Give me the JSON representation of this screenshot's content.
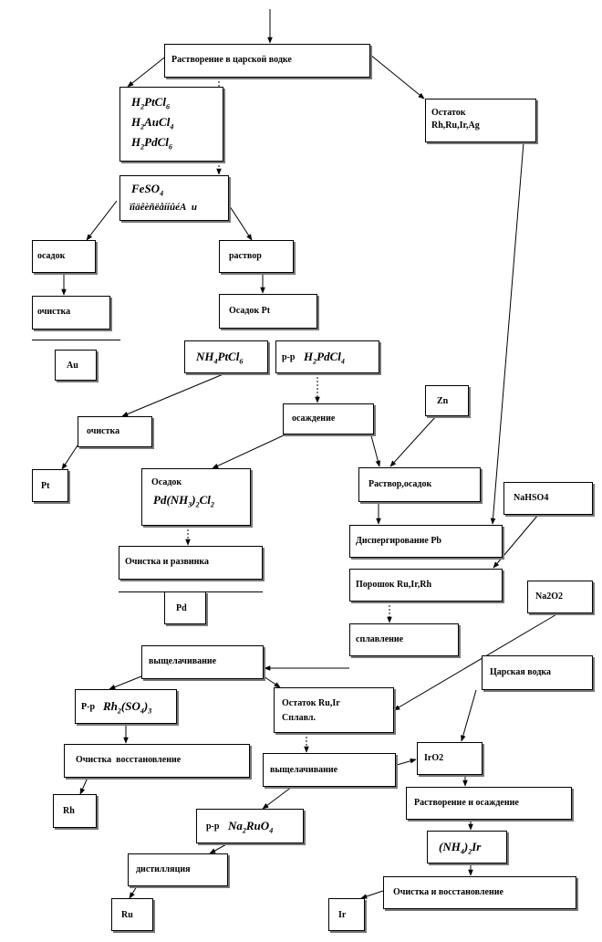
{
  "nodes": {
    "aqua_regia_dissolution": "Растворение в царской водке",
    "residue": [
      "Остаток",
      "Rh,Ru,Ir,Ag"
    ],
    "solution_species": [
      "H",
      "2",
      "PtCl",
      "6",
      "H",
      "2",
      "AuCl",
      "4",
      "H",
      "2",
      "PdCl",
      "6"
    ],
    "feso4": [
      "FeSO",
      "4"
    ],
    "feso4_garbled": "ïîäêèñëåííûé",
    "feso4_tail": [
      "A",
      "u"
    ],
    "precipitate_au": "осадок",
    "solution": "раствор",
    "purification_au": "очистка",
    "pt_precipitate": "Осадок Pt",
    "au_product": "Au",
    "nh4ptcl6": [
      "NH",
      "4",
      "PtCl",
      "6"
    ],
    "pd_solution_prefix": "р-р",
    "pd_solution_formula": [
      "H",
      "2",
      "PdCl",
      "4"
    ],
    "zn": "Zn",
    "purification_pt": "очистка",
    "precipitation": "осаждение",
    "pt_product": "Pt",
    "pd_precipitate_title": "Осадок",
    "pd_precipitate_formula": [
      "Pd(NH",
      "3",
      ")",
      "2",
      "Cl",
      "2"
    ],
    "solution_precipitate": "Раствор,осадок",
    "nahso4": "NaHSO4",
    "pd_purification": "Очистка и развинка",
    "pb_dispersion": "Диспергирование Pb",
    "powder": "Порошок Ru,Ir,Rh",
    "pd_product": "Pd",
    "na2o2": "Na2O2",
    "fusion": "сплавление",
    "leaching_1": "выщелачивание",
    "aqua_regia": "Царская водка",
    "rh_solution_prefix": "Р-р",
    "rh_solution_formula": [
      "Rh",
      "2",
      "(SO",
      "4",
      ")",
      "3"
    ],
    "ru_ir_residue": [
      "Остаток Ru,Ir",
      "Сплавл."
    ],
    "rh_purification": "Очистка  восстановление",
    "leaching_2": "выщелачивание",
    "iro2": "IrO2",
    "dissolution_precipitation": "Растворение и осаждение",
    "rh_product": "Rh",
    "ru_solution_prefix": "р-р",
    "ru_solution_formula": [
      "Na",
      "2",
      "RuO",
      "4"
    ],
    "nh4_ir": [
      "(NH",
      "4",
      ")",
      "2",
      "Ir"
    ],
    "distillation": "дистилляция",
    "ir_purification": "Очистка и восстановление",
    "ru_product": "Ru",
    "ir_product": "Ir"
  },
  "colors": {
    "line": "#000000",
    "box_shadow": "#777777",
    "background": "#ffffff"
  }
}
